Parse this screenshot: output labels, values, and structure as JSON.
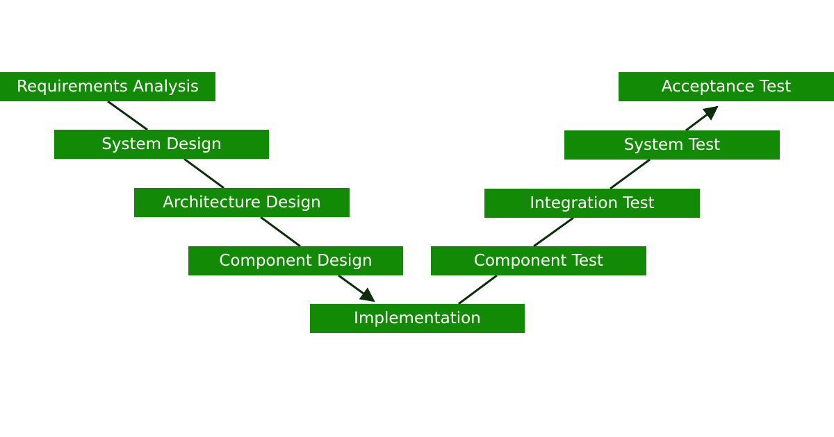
{
  "diagram": {
    "box_color": "#138A05",
    "text_color": "#ffffff",
    "arrow_color": "#0D2E0D",
    "stages": {
      "requirements_analysis": "Requirements Analysis",
      "system_design": "System Design",
      "architecture_design": "Architecture Design",
      "component_design": "Component Design",
      "implementation": "Implementation",
      "component_test": "Component Test",
      "integration_test": "Integration Test",
      "system_test": "System Test",
      "acceptance_test": "Acceptance Test"
    }
  }
}
